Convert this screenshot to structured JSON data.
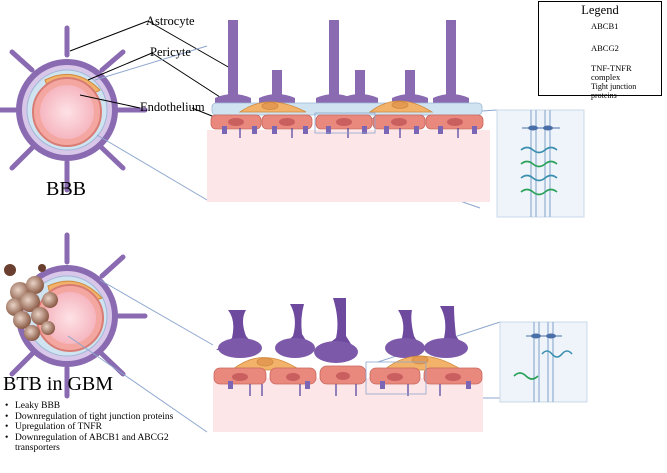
{
  "labels": {
    "astrocyte": "Astrocyte",
    "pericyte": "Pericyte",
    "endothelium": "Endothelium",
    "bbb": "BBB",
    "btb": "BTB in GBM"
  },
  "btb_points": [
    "Leaky BBB",
    "Downregulation of tight junction proteins",
    "Upregulation of TNFR",
    "Downregulation of ABCB1 and ABCG2 transporters"
  ],
  "legend": {
    "title": "Legend",
    "items": [
      {
        "label": "ABCB1",
        "icon": "abcb1-icon"
      },
      {
        "label": "ABCG2",
        "icon": "abcg2-icon"
      },
      {
        "label": "TNF-TNFR complex",
        "icon": "tnf-tnfr-icon"
      },
      {
        "label": "Tight junction proteins",
        "icon": "tight-junction-icon"
      }
    ]
  },
  "colors": {
    "astrocyte": "#8a6ab0",
    "astrocyte_dark": "#5e3f8a",
    "pericyte": "#f2b26a",
    "endothelium": "#e9897e",
    "lumen": "#fde6e8",
    "basement": "#cfe3f0",
    "zoom_line": "#8da6cf",
    "tumor": "#b08a70"
  }
}
